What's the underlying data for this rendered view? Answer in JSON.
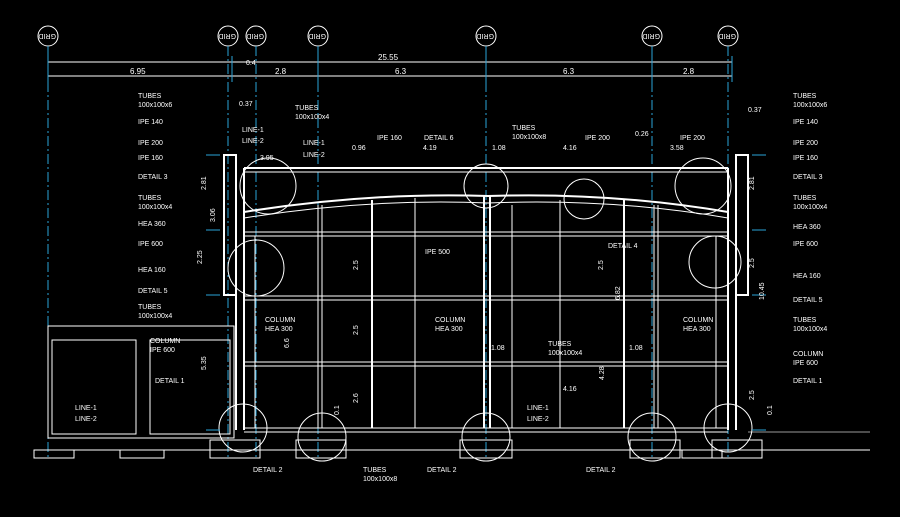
{
  "drawing": {
    "grid_label": "GRID",
    "overall_dimension": "25.55",
    "top_dimensions": [
      "6.95",
      "2.8",
      "6.3",
      "6.3",
      "2.8"
    ],
    "small_offset": "0.4"
  },
  "labels": {
    "left": [
      {
        "text": "TUBES\n100x100x6"
      },
      {
        "text": "IPE 140"
      },
      {
        "text": "IPE 200"
      },
      {
        "text": "IPE 160"
      },
      {
        "text": "DETAIL 3"
      },
      {
        "text": "TUBES\n100x100x4"
      },
      {
        "text": "HEA 360"
      },
      {
        "text": "IPE 600"
      },
      {
        "text": "HEA 160"
      },
      {
        "text": "DETAIL 5"
      },
      {
        "text": "TUBES\n100x100x4"
      },
      {
        "text": "COLUMN\nIPE 600"
      },
      {
        "text": "DETAIL 1"
      }
    ],
    "right": [
      {
        "text": "TUBES\n100x100x6"
      },
      {
        "text": "IPE 140"
      },
      {
        "text": "IPE 200"
      },
      {
        "text": "IPE 160"
      },
      {
        "text": "DETAIL 3"
      },
      {
        "text": "TUBES\n100x100x4"
      },
      {
        "text": "HEA 360"
      },
      {
        "text": "IPE 600"
      },
      {
        "text": "HEA 160"
      },
      {
        "text": "DETAIL 5"
      },
      {
        "text": "TUBES\n100x100x4"
      },
      {
        "text": "COLUMN\nIPE 600"
      },
      {
        "text": "DETAIL 1"
      }
    ],
    "interior": [
      "TUBES\n100x100x4",
      "LINE-1",
      "LINE-2",
      "LINE-1",
      "LINE-2",
      "IPE 160",
      "DETAIL 6",
      "TUBES\n100x100x8",
      "IPE 200",
      "IPE 200",
      "IPE 500",
      "DETAIL 4",
      "COLUMN\nHEA 300",
      "COLUMN\nHEA 300",
      "COLUMN\nHEA 300",
      "TUBES\n100x100x4",
      "LINE-1",
      "LINE-2",
      "LINE-1",
      "LINE-2",
      "DETAIL 2",
      "DETAIL 2",
      "DETAIL 2",
      "TUBES\n100x100x8"
    ],
    "dims": [
      "0.37",
      "0.37",
      "0.96",
      "3.95",
      "4.19",
      "1.08",
      "4.16",
      "0.26",
      "3.58",
      "2.81",
      "2.81",
      "3.06",
      "2.25",
      "2.5",
      "2.5",
      "2.5",
      "2.5",
      "6.6",
      "5.35",
      "1.08",
      "1.08",
      "4.28",
      "4.16",
      "2.6",
      "0.1",
      "0.1",
      "6.82",
      "10.45",
      "2.5"
    ]
  }
}
